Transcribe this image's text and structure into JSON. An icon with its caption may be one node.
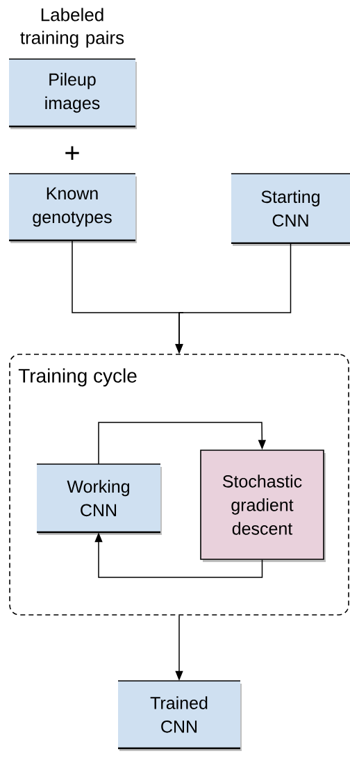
{
  "diagram": {
    "nodes": [
      {
        "text": [
          "Pileup images"
        ]
      },
      {
        "text": [
          "Known genotypes"
        ]
      },
      {
        "text": [
          "Starting CNN"
        ]
      },
      {
        "text": [
          "Training cycle"
        ]
      },
      {
        "text": [
          "Working CNN"
        ],
        "in": 3
      },
      {
        "text": [
          "Stochastic gradient descent"
        ],
        "in": 3
      },
      {
        "text": [
          "Trained CNN"
        ]
      }
    ],
    "edges": [
      {
        "from": 1,
        "to": 3,
        "arrow": "to"
      },
      {
        "from": 2,
        "to": 3,
        "arrow": "to"
      },
      {
        "from": 4,
        "to": 5,
        "arrow": "to"
      },
      {
        "from": 5,
        "to": 4,
        "arrow": "to"
      },
      {
        "from": 3,
        "to": 6,
        "arrow": "to"
      }
    ],
    "labels": [
      "Labeled training pairs",
      "+"
    ]
  }
}
